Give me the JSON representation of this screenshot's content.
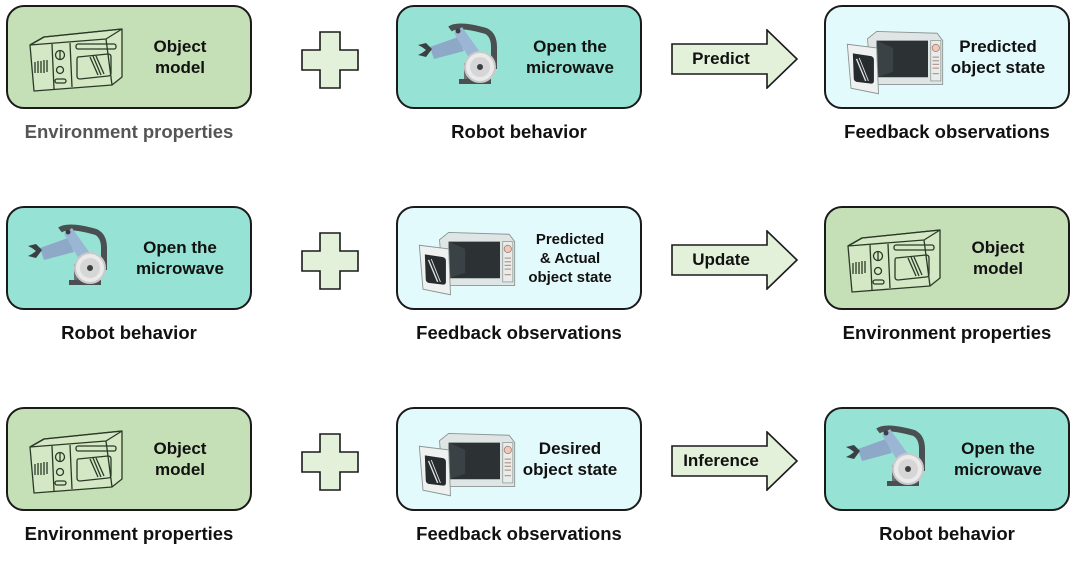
{
  "colors": {
    "environment_fill": "#c5dfb6",
    "robot_fill": "#96e2d4",
    "feedback_fill": "#e3fafd",
    "operator_fill": "#e3f0da",
    "stroke": "#1a1a1a"
  },
  "rows": [
    {
      "left": {
        "type": "environment",
        "icon": "microwave-closed-icon",
        "text": "Object\nmodel",
        "caption": "Environment properties",
        "caption_style": "gray"
      },
      "operator": "plus-icon",
      "middle": {
        "type": "robot",
        "icon": "robot-arm-icon",
        "text": "Open the\nmicrowave",
        "caption": "Robot behavior"
      },
      "arrow_label": "Predict",
      "right": {
        "type": "feedback",
        "icon": "microwave-open-icon",
        "text": "Predicted\nobject state",
        "caption": "Feedback observations"
      }
    },
    {
      "left": {
        "type": "robot",
        "icon": "robot-arm-icon",
        "text": "Open the\nmicrowave",
        "caption": "Robot behavior"
      },
      "operator": "plus-icon",
      "middle": {
        "type": "feedback",
        "icon": "microwave-open-icon",
        "text": "Predicted\n& Actual\nobject state",
        "caption": "Feedback observations"
      },
      "arrow_label": "Update",
      "right": {
        "type": "environment",
        "icon": "microwave-closed-icon",
        "text": "Object\nmodel",
        "caption": "Environment properties"
      }
    },
    {
      "left": {
        "type": "environment",
        "icon": "microwave-closed-icon",
        "text": "Object\nmodel",
        "caption": "Environment properties"
      },
      "operator": "plus-icon",
      "middle": {
        "type": "feedback",
        "icon": "microwave-open-icon",
        "text": "Desired\nobject state",
        "caption": "Feedback observations"
      },
      "arrow_label": "Inference",
      "right": {
        "type": "robot",
        "icon": "robot-arm-icon",
        "text": "Open the\nmicrowave",
        "caption": "Robot behavior"
      }
    }
  ]
}
